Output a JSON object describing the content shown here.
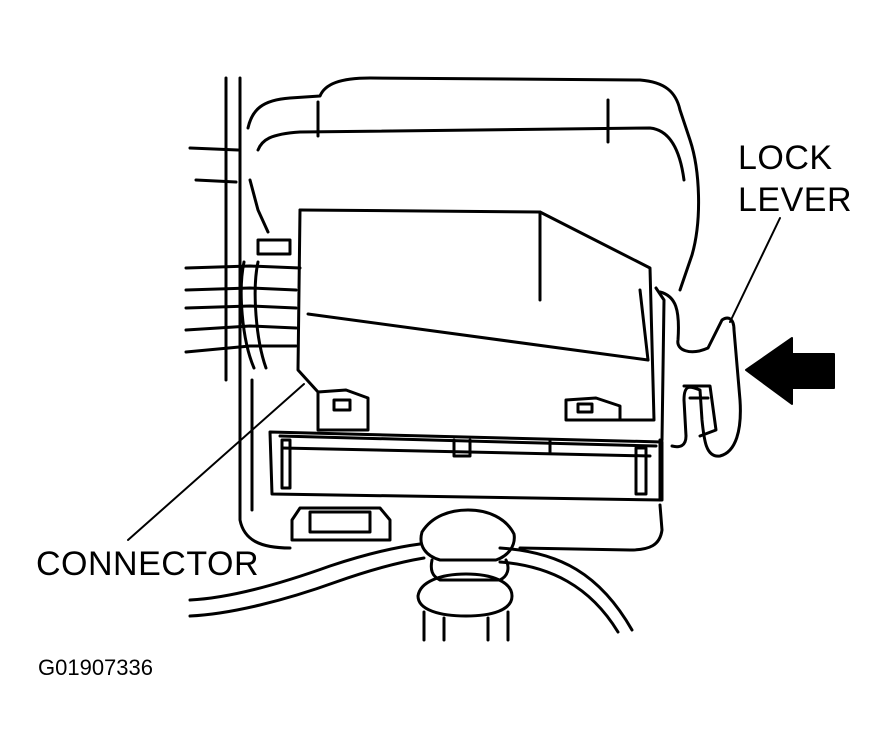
{
  "labels": {
    "lock_line1": "LOCK",
    "lock_line2": "LEVER",
    "connector": "CONNECTOR",
    "figure_code": "G01907336"
  },
  "colors": {
    "ink": "#000000",
    "paper": "#ffffff"
  },
  "icons": {
    "direction": "arrow-left-icon"
  }
}
